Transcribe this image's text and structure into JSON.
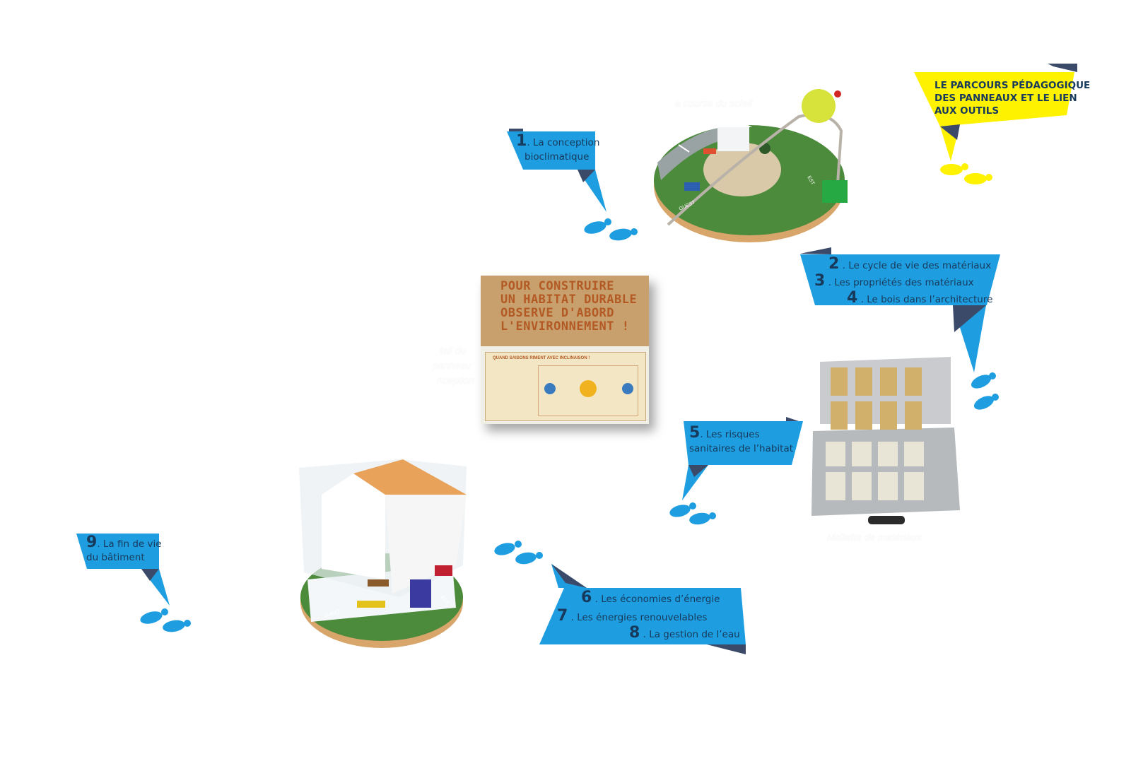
{
  "title": {
    "lines": [
      "LE PARCOURS PÉDAGOGIQUE",
      "DES PANNEAUX ET LE LIEN",
      "AUX OUTILS"
    ]
  },
  "stations": {
    "s1": {
      "num": "1",
      "label_line1": ". La conception",
      "label_line2": "bioclimatique"
    },
    "s2": {
      "num": "2",
      "label": ". Le cycle de vie des matériaux"
    },
    "s3": {
      "num": "3",
      "label": ". Les propriétés des matériaux"
    },
    "s4": {
      "num": "4",
      "label": ". Le bois dans l’architecture"
    },
    "s5": {
      "num": "5",
      "label_line1": ". Les risques",
      "label_line2": "sanitaires de l’habitat"
    },
    "s6": {
      "num": "6",
      "label": ". Les économies d’énergie"
    },
    "s7": {
      "num": "7",
      "label": ". Les énergies renouvelables"
    },
    "s8": {
      "num": "8",
      "label": ". La gestion de l’eau"
    },
    "s9": {
      "num": "9",
      "label_line1": ". La fin de vie",
      "label_line2": "du bâtiment"
    }
  },
  "poster": {
    "headline": [
      "POUR CONSTRUIRE",
      "UN HABITAT DURABLE",
      "OBSERVE D'ABORD",
      "L'ENVIRONNEMENT !"
    ],
    "sheet_title": "QUAND SAISONS RIMENT AVEC INCLINAISON !"
  },
  "ghost_captions": {
    "sun_model": "a course du soleil",
    "poster_line1": "tail du",
    "poster_line2": "panneau",
    "poster_line3": "nception",
    "case": "Mallette de matériaux"
  },
  "model_labels": {
    "ouest": "OUEST",
    "est": "EST"
  },
  "colors": {
    "blue": "#1e9ee0",
    "navy": "#3b4a68",
    "yellow": "#fff200",
    "text": "#173a5c"
  },
  "icons": [
    "footprints-icon",
    "sun-path-model-icon",
    "house-model-icon",
    "materials-case-icon"
  ]
}
